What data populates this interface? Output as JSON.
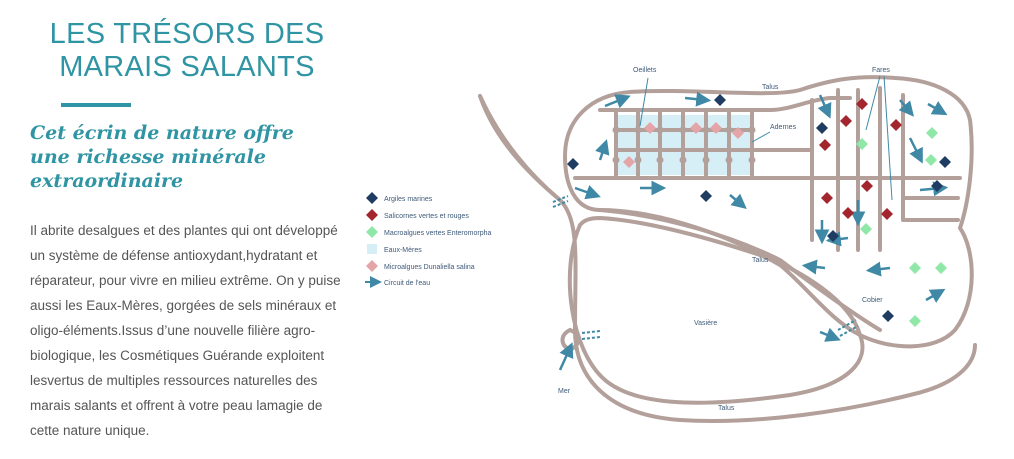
{
  "heading": {
    "title_line1": "LES TRÉSORS DES",
    "title_line2": "MARAIS SALANTS",
    "subtitle_line1": "Cet écrin de nature offre",
    "subtitle_line2": "une richesse minérale",
    "subtitle_line3": "extraordinaire"
  },
  "body": {
    "text": "Il abrite desalgues et des plantes qui ont développé un système de défense antioxydant,hydratant et réparateur, pour vivre en milieu extrême. On y puise aussi les Eaux-Mères, gorgées de sels minéraux et oligo-éléments.Issus d’une nouvelle filière agro-biologique, les Cosmétiques Guérande exploitent lesvertus de multiples ressources naturelles des marais salants et offrent à votre peau lamagie de cette nature unique."
  },
  "map": {
    "labels": {
      "oeillets": "Oeillets",
      "talus_top": "Talus",
      "fares": "Fares",
      "adernes": "Adernes",
      "talus_mid": "Talus",
      "cobier": "Cobier",
      "vasiere": "Vasière",
      "mer": "Mer",
      "talus_bottom": "Talus"
    },
    "legend": [
      {
        "label": "Argiles marines",
        "symbol": "diamond",
        "color": "#1f3d63"
      },
      {
        "label": "Salicornes vertes et rouges",
        "symbol": "diamond",
        "color": "#a3262f"
      },
      {
        "label": "Macroalgues vertes Enteromorpha",
        "symbol": "diamond",
        "color": "#8fe8a8"
      },
      {
        "label": "Eaux-Mères",
        "symbol": "square",
        "color": "#d6eef6"
      },
      {
        "label": "Microalgues Dunaliella salina",
        "symbol": "diamond",
        "color": "#e3a5a8"
      },
      {
        "label": "Circuit de l'eau",
        "symbol": "arrow",
        "color": "#3f89a6"
      }
    ],
    "colors": {
      "path": "#b3a09b",
      "arrow": "#3f89a6",
      "argile": "#1f3d63",
      "salicorne": "#a3262f",
      "macroalgue": "#8fe8a8",
      "eaux_meres": "#d6eef6",
      "microalgue": "#e3a5a8"
    }
  }
}
